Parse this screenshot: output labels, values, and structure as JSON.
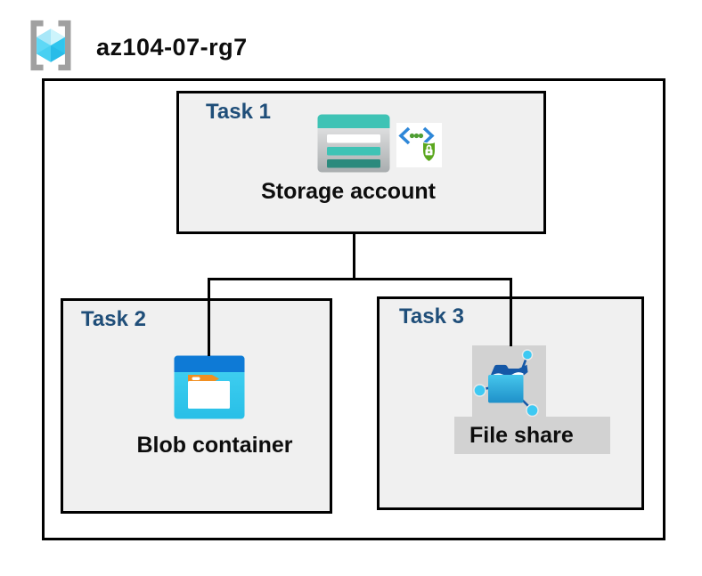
{
  "header": {
    "title": "az104-07-rg7",
    "icon": "resource-group-icon"
  },
  "resource_group": {
    "tasks": [
      {
        "label": "Task 1",
        "item": "Storage account",
        "icons": [
          "storage-account-icon",
          "secure-endpoint-icon"
        ]
      },
      {
        "label": "Task 2",
        "item": "Blob container",
        "icons": [
          "blob-container-icon"
        ]
      },
      {
        "label": "Task 3",
        "item": "File share",
        "icons": [
          "file-share-icon"
        ],
        "highlighted": true
      }
    ],
    "connections": [
      {
        "from": "Storage account",
        "to": "Blob container"
      },
      {
        "from": "Storage account",
        "to": "File share"
      }
    ]
  },
  "colors": {
    "task_label_color": "#1f4e79",
    "box_fill": "#f0f0f0",
    "line_color": "#000000",
    "highlight_gray": "#d2d2d2",
    "storage_teal": "#3fc3b5",
    "storage_teal_dark": "#2b8a7d",
    "blob_band_blue": "#0e7ad6",
    "blob_cyan": "#35c9ec",
    "fileshare_navy": "#1558a7",
    "fileshare_cyan": "#3dc9f3",
    "endpoint_bracket_blue": "#2e87d8",
    "endpoint_green": "#5ba71e",
    "rg_bracket_gray": "#a0a0a0"
  }
}
